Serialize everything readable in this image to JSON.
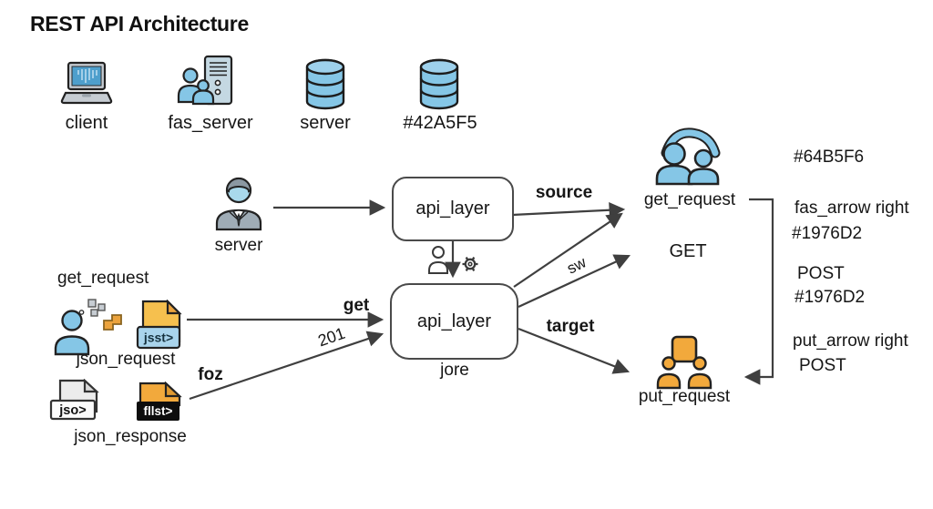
{
  "title": "REST API Architecture",
  "legend": {
    "items": [
      {
        "icon": "laptop-icon",
        "label": "client"
      },
      {
        "icon": "users-server-icon",
        "label": "fas_server"
      },
      {
        "icon": "database-icon",
        "label": "server"
      },
      {
        "icon": "database-icon",
        "label": "#42A5F5"
      }
    ]
  },
  "nodes": {
    "server_person": {
      "label": "server"
    },
    "api_layer_top": {
      "label": "api_layer"
    },
    "api_layer_bottom": {
      "label": "api_layer",
      "caption": "jore"
    },
    "get_request_node": {
      "label": "get_request"
    },
    "get_method": {
      "label": "GET"
    },
    "put_request_node": {
      "label": "put_request"
    },
    "json_request_group": {
      "header": "get_request",
      "label": "json_request",
      "file_badge": "jsst>"
    },
    "json_response_group": {
      "label": "json_response",
      "file_badge_light": "jso>",
      "file_badge_dark": "fllst>"
    }
  },
  "edges": {
    "source": "source",
    "sw": "sw",
    "target": "target",
    "get": "get",
    "code_201": "201",
    "foz": "foz"
  },
  "annotations": {
    "hex_get_icon": "#64B5F6",
    "fas_arrow_label": "fas_arrow right",
    "fas_arrow_hex": "#1976D2",
    "post_label": "POST",
    "post_hex": "#1976D2",
    "put_arrow_label": "put_arrow right",
    "put_arrow_method": "POST"
  },
  "colors": {
    "icon_blue": "#85C6E6",
    "icon_orange": "#F2A93C",
    "line": "#3F3F3F"
  }
}
